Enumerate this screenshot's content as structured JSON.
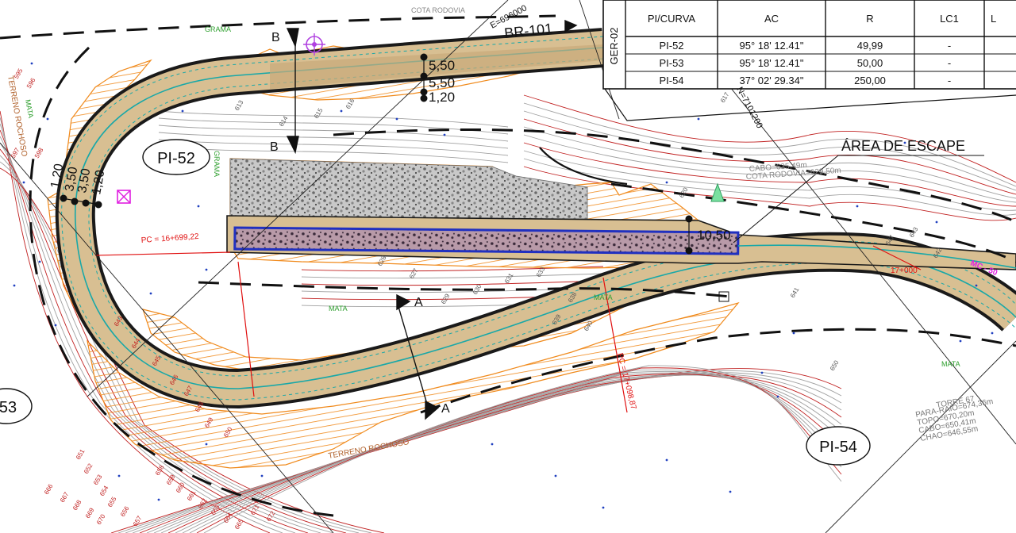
{
  "table": {
    "side_label": "GER-02",
    "headers": [
      "PI/CURVA",
      "AC",
      "R",
      "LC1",
      "L"
    ],
    "rows": [
      [
        "PI-52",
        "95° 18' 12.41\"",
        "49,99",
        "-"
      ],
      [
        "PI-53",
        "95° 18' 12.41\"",
        "50,00",
        "-"
      ],
      [
        "PI-54",
        "37° 02' 29.34\"",
        "250,00",
        "-"
      ]
    ]
  },
  "labels": {
    "highway": "BR-101",
    "escape_area": "ÁREA DE ESCAPE",
    "pi52": "PI-52",
    "pi53": "53",
    "pi54": "PI-54",
    "dim_550a": "5,50",
    "dim_550b": "5,50",
    "dim_120": "1,20",
    "dim_1050": "10,50",
    "dim_left_a": "1,20",
    "dim_left_b": "3,50",
    "dim_left_c": "3,50",
    "dim_left_d": "1,20",
    "section_a_top": "A",
    "section_a_bottom": "A",
    "section_b_top": "B",
    "section_b_bottom": "B",
    "coord_e": "E=696000",
    "coord_n": "N=7101200",
    "terreno_rochoso_left": "TERRENO ROCHOSO",
    "terreno_rochoso_bottom": "TERRENO ROCHOSO",
    "mata_left": "MATA",
    "mata_center": "MATA",
    "mata_mid": "MATA",
    "mata_right": "MATA",
    "grama_top": "GRAMA",
    "grama_left": "GRAMA",
    "cota_rodovia_top": "COTA RODOVIA",
    "cabo_cota": "CABO=635,49m",
    "cota_rodovia_right": "COTA RODOVIA=629,50m",
    "station_pc": "PC = 16+699,22",
    "station_pc2": "PC = 17+098,87",
    "station_17": "17+000",
    "torre": [
      "TORRE 67",
      "PARA-RAIO=674,36m",
      "TOPO=670,20m",
      "CABO=650,41m",
      "CHAO=646,55m"
    ],
    "mc_label": "MC - 50"
  },
  "contours": {
    "left": [
      "595",
      "596",
      "597",
      "598",
      "643",
      "644",
      "645",
      "646",
      "647",
      "648",
      "649",
      "650"
    ],
    "bottom": [
      "651",
      "652",
      "653",
      "654",
      "655",
      "656",
      "657",
      "658",
      "659",
      "660",
      "661",
      "662",
      "663",
      "664",
      "665",
      "666",
      "667",
      "668",
      "669",
      "670",
      "671",
      "672"
    ],
    "interior": [
      "613",
      "614",
      "615",
      "616",
      "617",
      "620",
      "627",
      "628",
      "629",
      "630",
      "631",
      "633",
      "638",
      "639",
      "640",
      "641",
      "642",
      "643",
      "647",
      "650"
    ]
  },
  "colors": {
    "road_fill": "#d8bf92",
    "road_edge": "#1a1a1a",
    "centerline": "#18a8a8",
    "cut_fill": "#f08a1c",
    "escape_outline": "#2030c0",
    "escape_fill": "#b89aa8",
    "contour_red": "#c02020",
    "contour_gray": "#a0a0a0",
    "magenta": "#e020e0",
    "station_red": "#e01010"
  }
}
